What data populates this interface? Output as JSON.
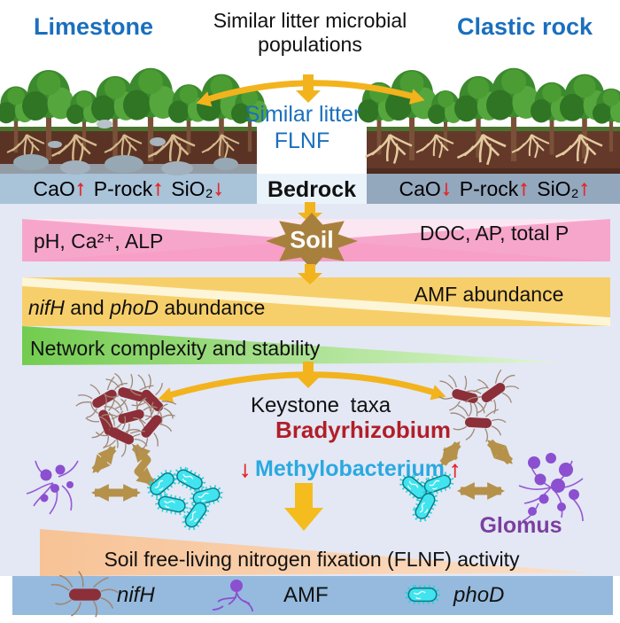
{
  "header": {
    "left": "Limestone",
    "center": "Similar litter microbial populations",
    "right": "Clastic rock"
  },
  "litter": {
    "line1": "Similar litter",
    "line2": "FLNF"
  },
  "bedrock": {
    "label": "Bedrock",
    "left": [
      {
        "t": "CaO",
        "a": "↑"
      },
      {
        "t": "P-rock",
        "a": "↑"
      },
      {
        "t": "SiO₂",
        "a": "↓"
      }
    ],
    "right": [
      {
        "t": "CaO",
        "a": "↓"
      },
      {
        "t": "P-rock",
        "a": "↑"
      },
      {
        "t": "SiO₂",
        "a": "↑"
      }
    ]
  },
  "soil_hub": {
    "label": "Soil"
  },
  "bands": {
    "pink": {
      "left": "pH, Ca²⁺, ALP",
      "right": "DOC, AP, total P"
    },
    "yellow": {
      "left_parts": {
        "i1": "nifH",
        "mid": " and ",
        "i2": "phoD",
        "rest": " abundance"
      },
      "right": "AMF abundance"
    },
    "green": {
      "label": "Network complexity and stability"
    },
    "orange": {
      "label": "Soil free-living nitrogen fixation (FLNF) activity"
    }
  },
  "keystone": {
    "title": "Keystone taxa",
    "taxon_primary": "Bradyrhizobium",
    "taxon_secondary": "Methylobacterium",
    "secondary_down": "↓",
    "secondary_up": "↑",
    "taxon_fungus": "Glomus"
  },
  "legend": {
    "items": [
      {
        "icon": "nifh-icon",
        "label": "nifH"
      },
      {
        "icon": "amf-icon",
        "label": "AMF"
      },
      {
        "icon": "phod-icon",
        "label": "phoD"
      }
    ]
  },
  "colors": {
    "accent_blue": "#1a6fbd",
    "arrow_red": "#e52628",
    "taxon_red": "#b11e29",
    "taxon_blue": "#2aa9e1",
    "taxon_purple": "#7b3fa0",
    "flow_yellow": "#f2b31d",
    "link_tan": "#b5914a",
    "soil_brown": "#a8803e",
    "band_pink": "#f6a6c8",
    "band_yellow": "#f7ce6d",
    "band_green": "#7ed05c",
    "band_orange": "#f8c9a0",
    "legend_bg": "#95badd",
    "bedrock_left_bg": "#a9c3d8",
    "bedrock_right_bg": "#93a7bd",
    "main_bg": "#e3e8f4"
  }
}
